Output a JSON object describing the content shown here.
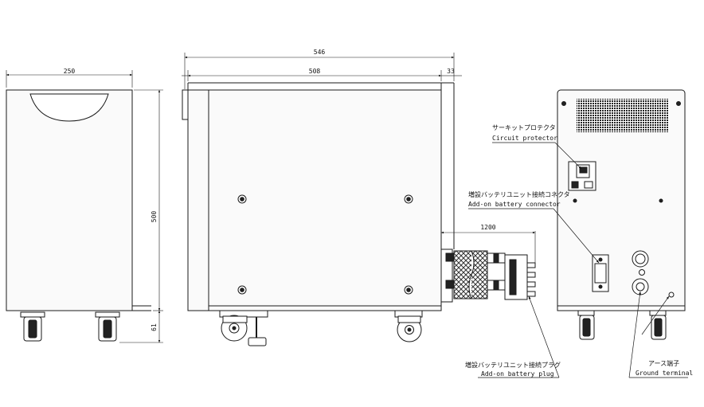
{
  "dimensions": {
    "front_width": "250",
    "front_height": "500",
    "caster_height": "61",
    "side_overall": "546",
    "side_body": "508",
    "side_rear_offset": "33",
    "cable_length": "1200"
  },
  "callouts": {
    "circuit_protector_jp": "サーキットプロテクタ",
    "circuit_protector_en": "Circuit protector",
    "connector_jp": "増設バッテリユニット接続コネクタ",
    "connector_en": "Add-on battery connector",
    "plug_jp": "増設バッテリユニット接続プラグ",
    "plug_en": "Add-on battery plug",
    "ground_jp": "アース端子",
    "ground_en": "Ground terminal"
  },
  "colors": {
    "line": "#1a1a1a",
    "body_fill": "#f4f4f4",
    "shadow": "#d0d0d0"
  }
}
